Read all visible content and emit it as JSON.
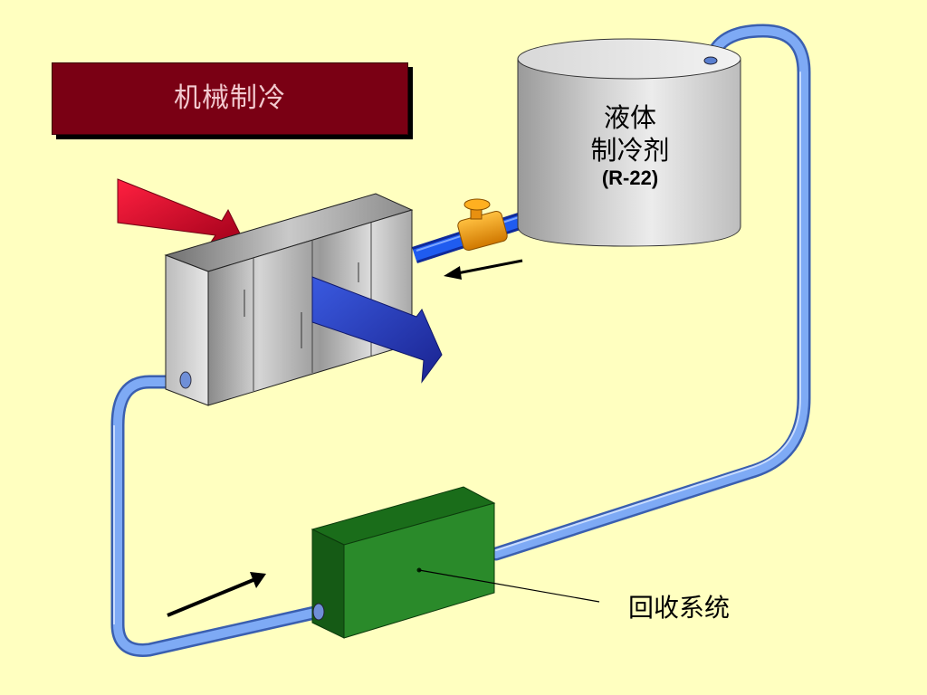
{
  "title": "机械制冷",
  "tank": {
    "line1": "液体",
    "line2": "制冷剂",
    "line3": "(R-22)"
  },
  "recovery_label": "回收系统",
  "colors": {
    "background": "#ffffc0",
    "title_box": "#7a0014",
    "pipe": "#6f9cf0",
    "recovery_unit": "#1f7a1f",
    "hot_arrow": "#e0102a",
    "cold_arrow": "#2a3fc0",
    "valve": "#f0a010"
  }
}
